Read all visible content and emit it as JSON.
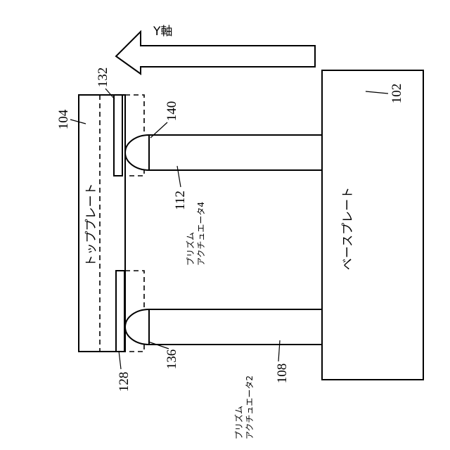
{
  "axis_label": "Y軸",
  "base_plate": {
    "label": "ベースプレート",
    "ref": "102"
  },
  "top_plate": {
    "label": "トッププレート",
    "ref": "104"
  },
  "actuator_4": {
    "label_line1": "プリズム",
    "label_line2": "アクチュエータ4",
    "ref": "112",
    "tip_ref": "140"
  },
  "actuator_2": {
    "label_line1": "プリズム",
    "label_line2": "アクチュエータ2",
    "ref": "108",
    "tip_ref": "136"
  },
  "pads": {
    "upper_ref": "132",
    "lower_ref": "128"
  }
}
